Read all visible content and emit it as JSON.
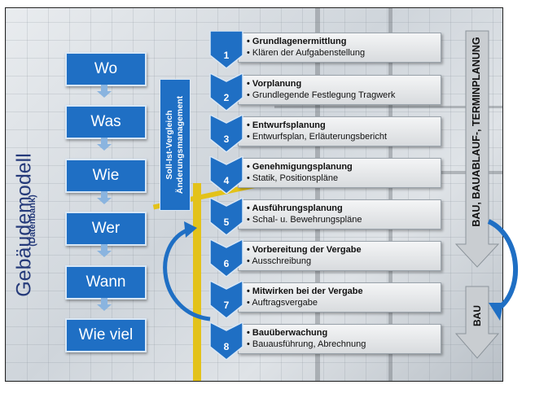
{
  "left_title": "Gebäudemodell",
  "left_subtitle": "(Datenbank)",
  "questions": [
    "Wo",
    "Was",
    "Wie",
    "Wer",
    "Wann",
    "Wie viel"
  ],
  "soll_ist": {
    "line1": "Soll-Ist-Vergleich",
    "line2": "Änderungsmanagement"
  },
  "phases": [
    {
      "number": "1",
      "title": "Grundlagenermittlung",
      "desc": "Klären der Aufgabenstellung"
    },
    {
      "number": "2",
      "title": "Vorplanung",
      "desc": "Grundlegende Festlegung Tragwerk"
    },
    {
      "number": "3",
      "title": "Entwurfsplanung",
      "desc": "Entwurfsplan, Erläuterungsbericht"
    },
    {
      "number": "4",
      "title": "Genehmigungsplanung",
      "desc": "Statik, Positionspläne"
    },
    {
      "number": "5",
      "title": "Ausführungsplanung",
      "desc": "Schal- u. Bewehrungspläne"
    },
    {
      "number": "6",
      "title": "Vorbereitung der Vergabe",
      "desc": "Ausschreibung"
    },
    {
      "number": "7",
      "title": "Mitwirken bei der Vergabe",
      "desc": "Auftragsvergabe"
    },
    {
      "number": "8",
      "title": "Bauüberwachung",
      "desc": "Bauausführung, Abrechnung"
    }
  ],
  "bullet": "•",
  "right_long_label": "BAU, BAUABLAUF-, TERMINPLANUNG",
  "right_short_label": "BAU",
  "colors": {
    "blue": "#1f6fc4",
    "dark_blue": "#0f4f96",
    "title_color": "#253a7a",
    "grey_arrow": "#c9cdd1"
  }
}
